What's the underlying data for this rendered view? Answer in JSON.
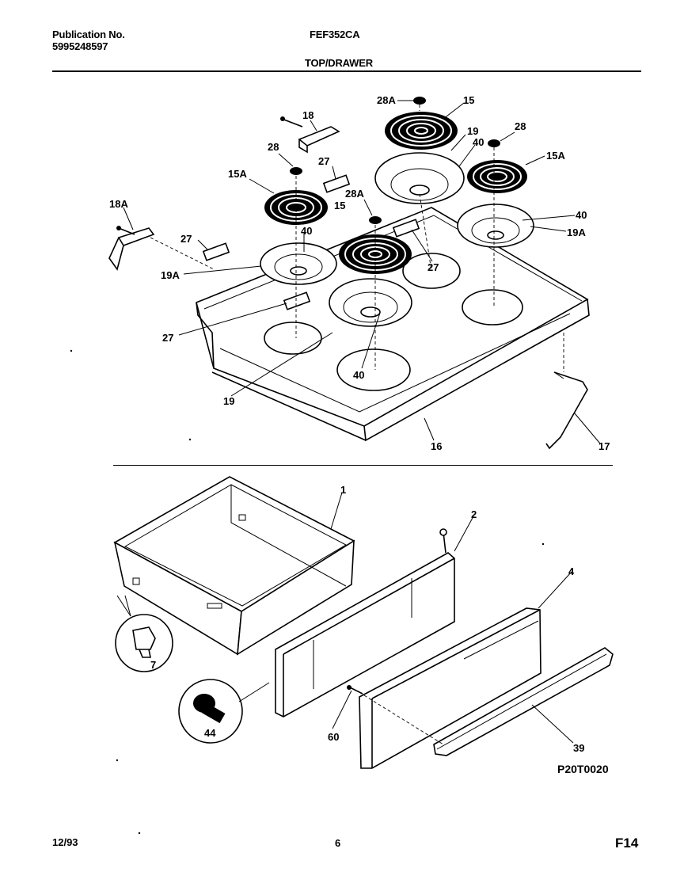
{
  "header": {
    "publication_label": "Publication No.",
    "publication_number": "5995248597",
    "model": "FEF352CA",
    "section": "TOP/DRAWER"
  },
  "footer": {
    "date": "12/93",
    "page": "6",
    "figure": "F14"
  },
  "diagram": {
    "drawing_code": "P20T0020",
    "labels": {
      "18": "18",
      "28A_top": "28A",
      "15_top": "15",
      "19_top": "19",
      "40_top": "40",
      "28_right": "28",
      "15A_right": "15A",
      "28_left": "28",
      "27_upper": "27",
      "15A_left": "15A",
      "28A_mid": "28A",
      "15_mid": "15",
      "18A": "18A",
      "40_left": "40",
      "27_left": "27",
      "19A_left": "19A",
      "27_mid": "27",
      "40_right": "40",
      "19A_right": "19A",
      "27_lower": "27",
      "40_bottom": "40",
      "19_bottom": "19",
      "16": "16",
      "17": "17",
      "1": "1",
      "2": "2",
      "4": "4",
      "7": "7",
      "44": "44",
      "60": "60",
      "39": "39"
    }
  }
}
